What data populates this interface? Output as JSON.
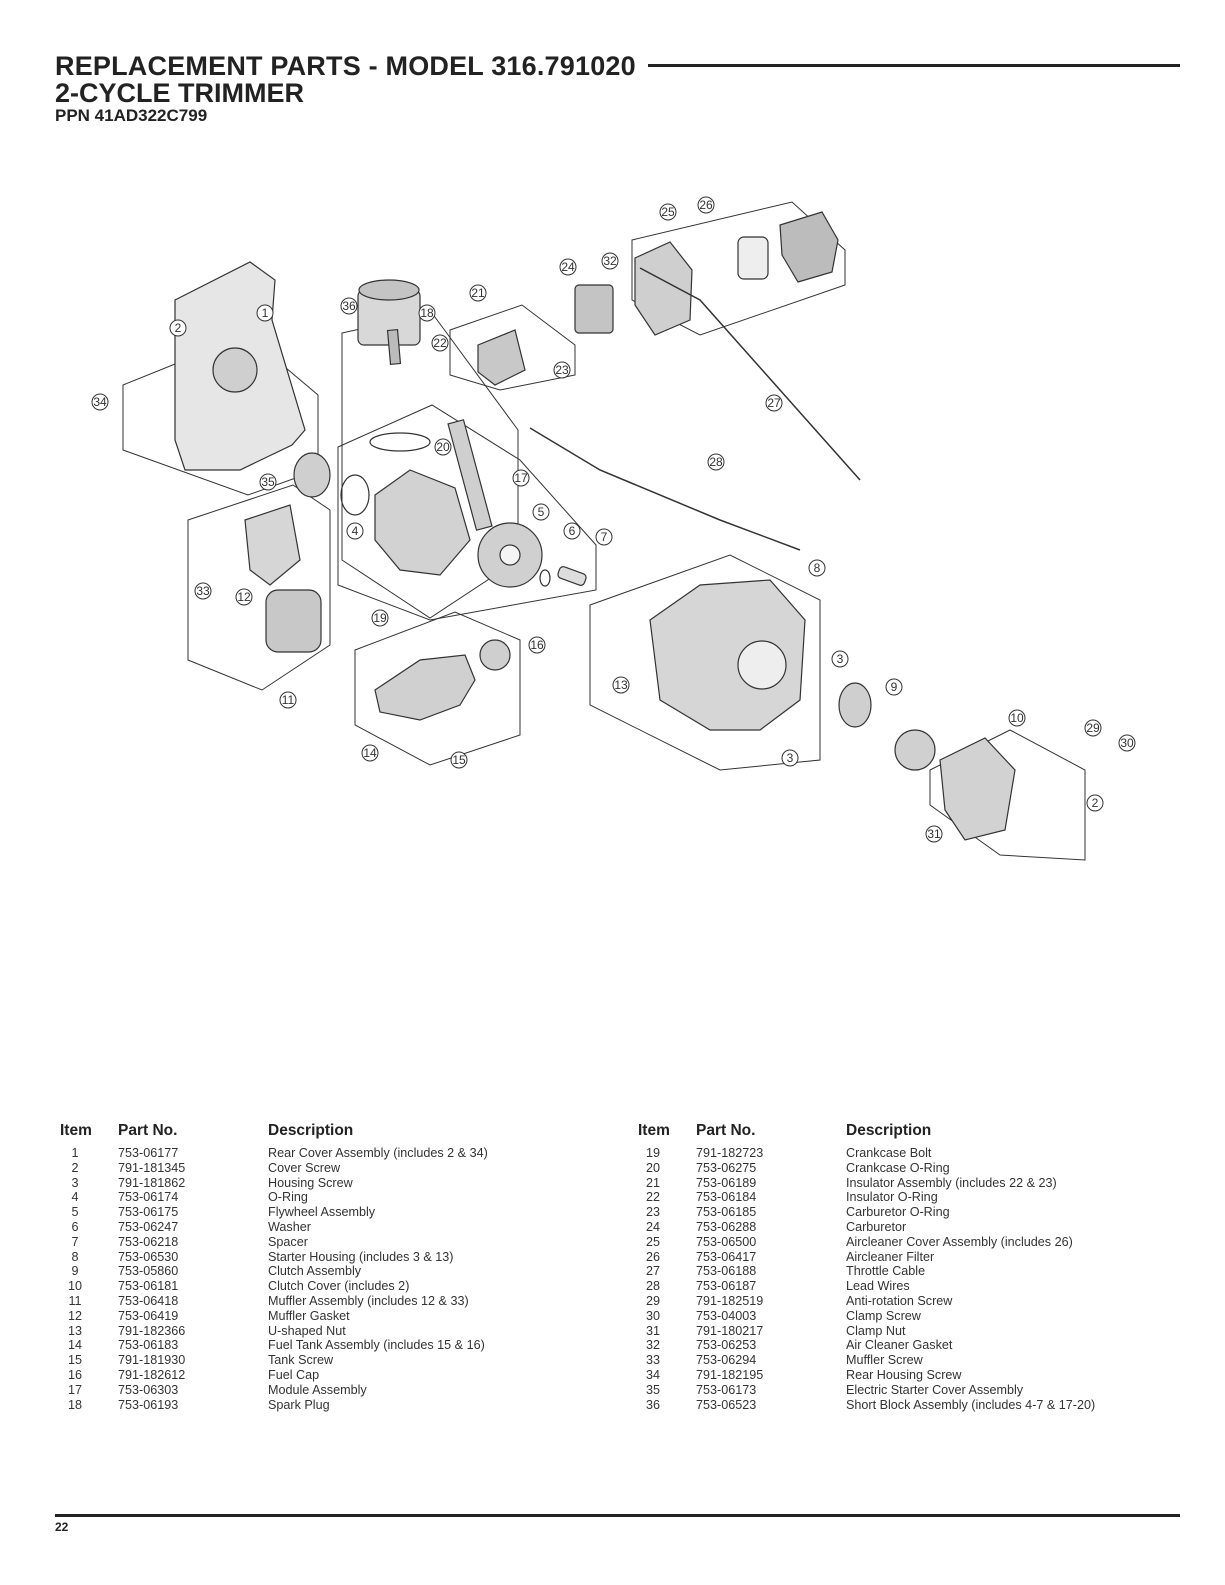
{
  "header": {
    "title": "REPLACEMENT PARTS - MODEL 316.791020",
    "subtitle": "2-CYCLE TRIMMER",
    "ppn": "PPN 41AD322C799"
  },
  "table_headers": {
    "item": "Item",
    "part_no": "Part No.",
    "description": "Description"
  },
  "parts_left": [
    {
      "item": "1",
      "part": "753-06177",
      "desc": "Rear Cover Assembly (includes 2 & 34)"
    },
    {
      "item": "2",
      "part": "791-181345",
      "desc": "Cover Screw"
    },
    {
      "item": "3",
      "part": "791-181862",
      "desc": "Housing Screw"
    },
    {
      "item": "4",
      "part": "753-06174",
      "desc": "O-Ring"
    },
    {
      "item": "5",
      "part": "753-06175",
      "desc": "Flywheel Assembly"
    },
    {
      "item": "6",
      "part": "753-06247",
      "desc": "Washer"
    },
    {
      "item": "7",
      "part": "753-06218",
      "desc": "Spacer"
    },
    {
      "item": "8",
      "part": "753-06530",
      "desc": "Starter Housing (includes 3 & 13)"
    },
    {
      "item": "9",
      "part": "753-05860",
      "desc": "Clutch Assembly"
    },
    {
      "item": "10",
      "part": "753-06181",
      "desc": "Clutch Cover (includes 2)"
    },
    {
      "item": "11",
      "part": "753-06418",
      "desc": "Muffler Assembly (includes 12 & 33)"
    },
    {
      "item": "12",
      "part": "753-06419",
      "desc": "Muffler Gasket"
    },
    {
      "item": "13",
      "part": "791-182366",
      "desc": "U-shaped Nut"
    },
    {
      "item": "14",
      "part": "753-06183",
      "desc": "Fuel Tank Assembly (includes 15 & 16)"
    },
    {
      "item": "15",
      "part": "791-181930",
      "desc": "Tank Screw"
    },
    {
      "item": "16",
      "part": "791-182612",
      "desc": "Fuel Cap"
    },
    {
      "item": "17",
      "part": "753-06303",
      "desc": "Module Assembly"
    },
    {
      "item": "18",
      "part": "753-06193",
      "desc": "Spark Plug"
    }
  ],
  "parts_right": [
    {
      "item": "19",
      "part": "791-182723",
      "desc": "Crankcase Bolt"
    },
    {
      "item": "20",
      "part": "753-06275",
      "desc": "Crankcase O-Ring"
    },
    {
      "item": "21",
      "part": "753-06189",
      "desc": "Insulator Assembly (includes 22 & 23)"
    },
    {
      "item": "22",
      "part": "753-06184",
      "desc": "Insulator O-Ring"
    },
    {
      "item": "23",
      "part": "753-06185",
      "desc": "Carburetor O-Ring"
    },
    {
      "item": "24",
      "part": "753-06288",
      "desc": "Carburetor"
    },
    {
      "item": "25",
      "part": "753-06500",
      "desc": "Aircleaner Cover Assembly (includes 26)"
    },
    {
      "item": "26",
      "part": "753-06417",
      "desc": "Aircleaner Filter"
    },
    {
      "item": "27",
      "part": "753-06188",
      "desc": "Throttle Cable"
    },
    {
      "item": "28",
      "part": "753-06187",
      "desc": "Lead Wires"
    },
    {
      "item": "29",
      "part": "791-182519",
      "desc": "Anti-rotation Screw"
    },
    {
      "item": "30",
      "part": "753-04003",
      "desc": "Clamp Screw"
    },
    {
      "item": "31",
      "part": "791-180217",
      "desc": "Clamp Nut"
    },
    {
      "item": "32",
      "part": "753-06253",
      "desc": "Air Cleaner Gasket"
    },
    {
      "item": "33",
      "part": "753-06294",
      "desc": "Muffler Screw"
    },
    {
      "item": "34",
      "part": "791-182195",
      "desc": "Rear Housing Screw"
    },
    {
      "item": "35",
      "part": "753-06173",
      "desc": "Electric Starter Cover Assembly"
    },
    {
      "item": "36",
      "part": "753-06523",
      "desc": "Short Block Assembly (includes 4-7 & 17-20)"
    }
  ],
  "diagram_callouts": [
    "1",
    "2",
    "3",
    "4",
    "5",
    "6",
    "7",
    "8",
    "9",
    "10",
    "11",
    "12",
    "13",
    "14",
    "15",
    "16",
    "17",
    "18",
    "19",
    "20",
    "21",
    "22",
    "23",
    "24",
    "25",
    "26",
    "27",
    "28",
    "29",
    "30",
    "31",
    "32",
    "33",
    "34",
    "35",
    "36"
  ],
  "page_number": "22"
}
